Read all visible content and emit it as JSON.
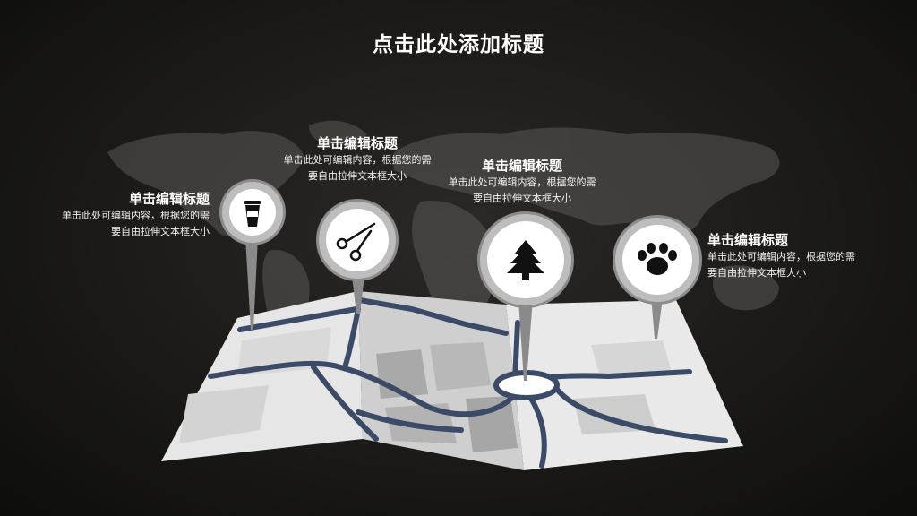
{
  "title": "点击此处添加标题",
  "items": [
    {
      "heading": "单击编辑标题",
      "line1": "单击此处可编辑内容，根据您的需",
      "line2": "要自由拉伸文本框大小",
      "icon": "coffee-cup-icon"
    },
    {
      "heading": "单击编辑标题",
      "line1": "单击此处可编辑内容，根据您的需",
      "line2": "要自由拉伸文本框大小",
      "icon": "scissors-icon"
    },
    {
      "heading": "单击编辑标题",
      "line1": "单击此处可编辑内容，根据您的需",
      "line2": "要自由拉伸文本框大小",
      "icon": "pine-tree-icon"
    },
    {
      "heading": "单击编辑标题",
      "line1": "单击此处可编辑内容，根据您的需",
      "line2": "要自由拉伸文本框大小",
      "icon": "paw-print-icon"
    }
  ],
  "colors": {
    "road": "#3b4a66",
    "map_light": "#e6e6e6",
    "map_mid": "#bdbdbd",
    "pin": "#9a9a9a"
  }
}
